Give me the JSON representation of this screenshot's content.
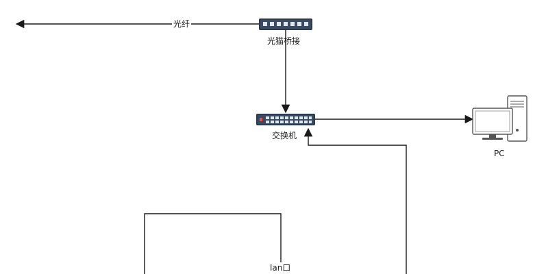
{
  "labels": {
    "fiber": "光纤",
    "modem_bridge": "光猫桥接",
    "switch": "交换机",
    "pc": "PC",
    "lan_port": "lan口"
  },
  "colors": {
    "line": "#1a1a1a",
    "device_dark": "#2b3a4d",
    "device_body": "#3a4a60",
    "port_light": "#dfe6ee",
    "pc_frame": "#555555",
    "pc_fill": "#ffffff",
    "led_red": "#d9534f"
  }
}
